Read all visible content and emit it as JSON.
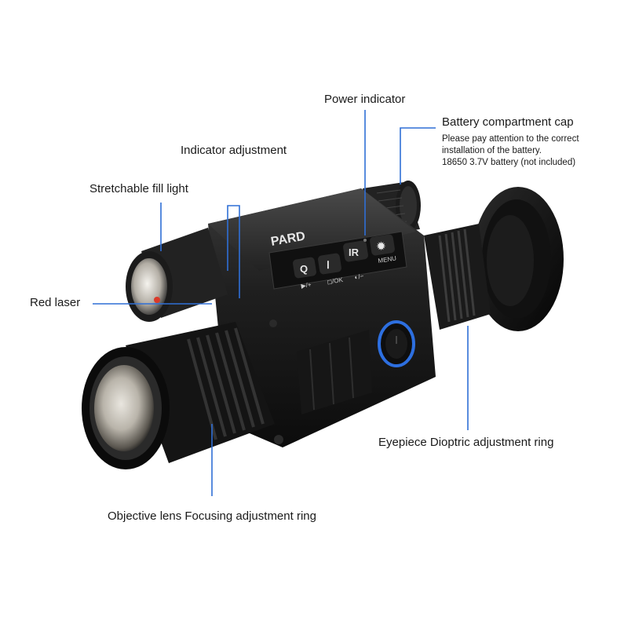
{
  "labels": {
    "power_indicator": "Power indicator",
    "battery_cap": "Battery compartment cap",
    "battery_note_1": "Please pay attention to the correct",
    "battery_note_2": "installation of the battery.",
    "battery_note_3": "18650 3.7V battery (not included)",
    "indicator_adjustment": "Indicator adjustment",
    "fill_light": "Stretchable fill light",
    "red_laser": "Red laser",
    "eyepiece_ring": "Eyepiece Dioptric adjustment ring",
    "objective_ring": "Objective lens Focusing adjustment ring"
  },
  "device": {
    "brand": "PARD",
    "buttons": {
      "zoom": "Q",
      "light": "Ⅰ",
      "ir": "IR",
      "menu_symbol": "✹",
      "menu": "MENU",
      "under_1": "▶/+",
      "under_2": "◻/OK",
      "under_3": "◐/−"
    }
  },
  "colors": {
    "leader": "#2f6fd6",
    "power_ring": "#2d6fe0",
    "laser": "#d93a2a"
  }
}
